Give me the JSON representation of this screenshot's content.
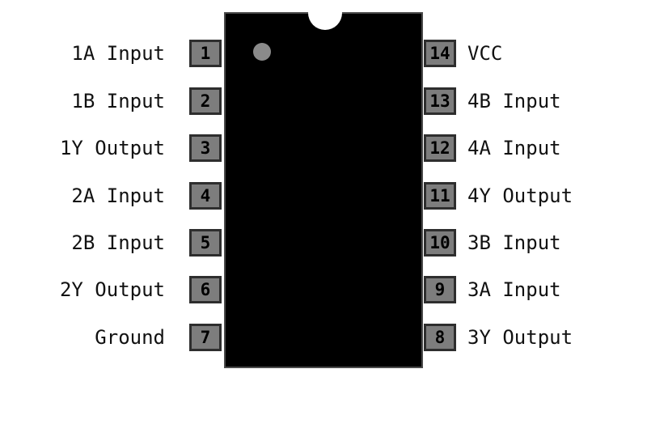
{
  "left_pins": [
    {
      "number": "1",
      "label": "1A Input"
    },
    {
      "number": "2",
      "label": "1B Input"
    },
    {
      "number": "3",
      "label": "1Y Output"
    },
    {
      "number": "4",
      "label": "2A Input"
    },
    {
      "number": "5",
      "label": "2B Input"
    },
    {
      "number": "6",
      "label": "2Y Output"
    },
    {
      "number": "7",
      "label": "Ground"
    }
  ],
  "right_pins": [
    {
      "number": "14",
      "label": "VCC"
    },
    {
      "number": "13",
      "label": "4B Input"
    },
    {
      "number": "12",
      "label": "4A Input"
    },
    {
      "number": "11",
      "label": "4Y Output"
    },
    {
      "number": "10",
      "label": "3B Input"
    },
    {
      "number": "9",
      "label": "3A Input"
    },
    {
      "number": "8",
      "label": "3Y Output"
    }
  ],
  "colors": {
    "chip_body": "#000000",
    "pin_fill": "#7d7d7d",
    "pin_border": "#2e2e2e",
    "pin1_marker": "#8a8a8a",
    "background": "#ffffff"
  }
}
